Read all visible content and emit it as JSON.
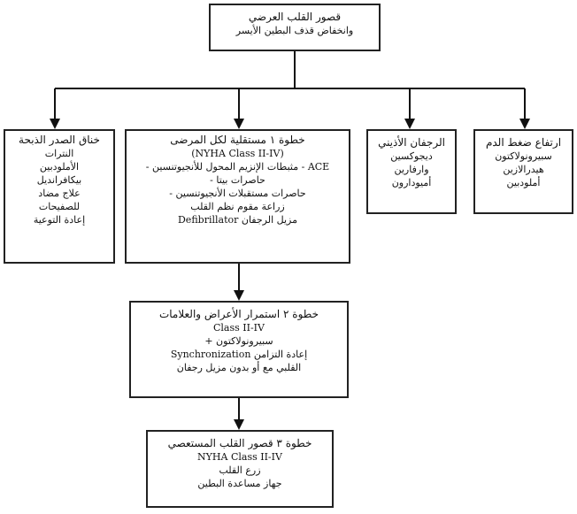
{
  "top": {
    "lines": [
      "قصور القلب العرضي",
      "وانخفاض قذف البطين الأيسر"
    ]
  },
  "branches": {
    "angina": {
      "lines": [
        "خناق الصدر الذبحة",
        "النترات",
        "الأملودبين",
        "بيكافرانديل",
        "علاج مضاد",
        "للصفيحات",
        "إعادة التوعية"
      ]
    },
    "step1": {
      "lines": [
        "خطوة ١ مستقلية لكل المرضى",
        "(NYHA Class II-IV)",
        "ACE - مثبطات الإنزيم المحول للأنجيوتنسين -",
        "حاصرات بيتا -",
        "حاصرات مستقبلات الأنجيوتنسين -",
        "زراعة مقوم نظم القلب",
        "مزيل الرجفان Defibrillator"
      ]
    },
    "af": {
      "lines": [
        "الرجفان الأذيني",
        "ديجوكسين",
        "وارفارين",
        "أميودارون"
      ]
    },
    "hypertension": {
      "lines": [
        "ارتفاع ضغط الدم",
        "سبيرونولاكتون",
        "هيدرالازين",
        "أملودبين"
      ]
    }
  },
  "step2": {
    "lines": [
      "خطوة ٢ استمرار الأعراض والعلامات",
      "Class II-IV",
      "سبيرونولاكتون +",
      "إعادة التزامن Synchronization",
      "القلبي مع أو بدون مزيل رجفان"
    ]
  },
  "step3": {
    "lines": [
      "خطوة ٣ قصور القلب المستعصي",
      "NYHA Class II-IV",
      "زرع القلب",
      "جهاز مساعدة البطين"
    ]
  }
}
